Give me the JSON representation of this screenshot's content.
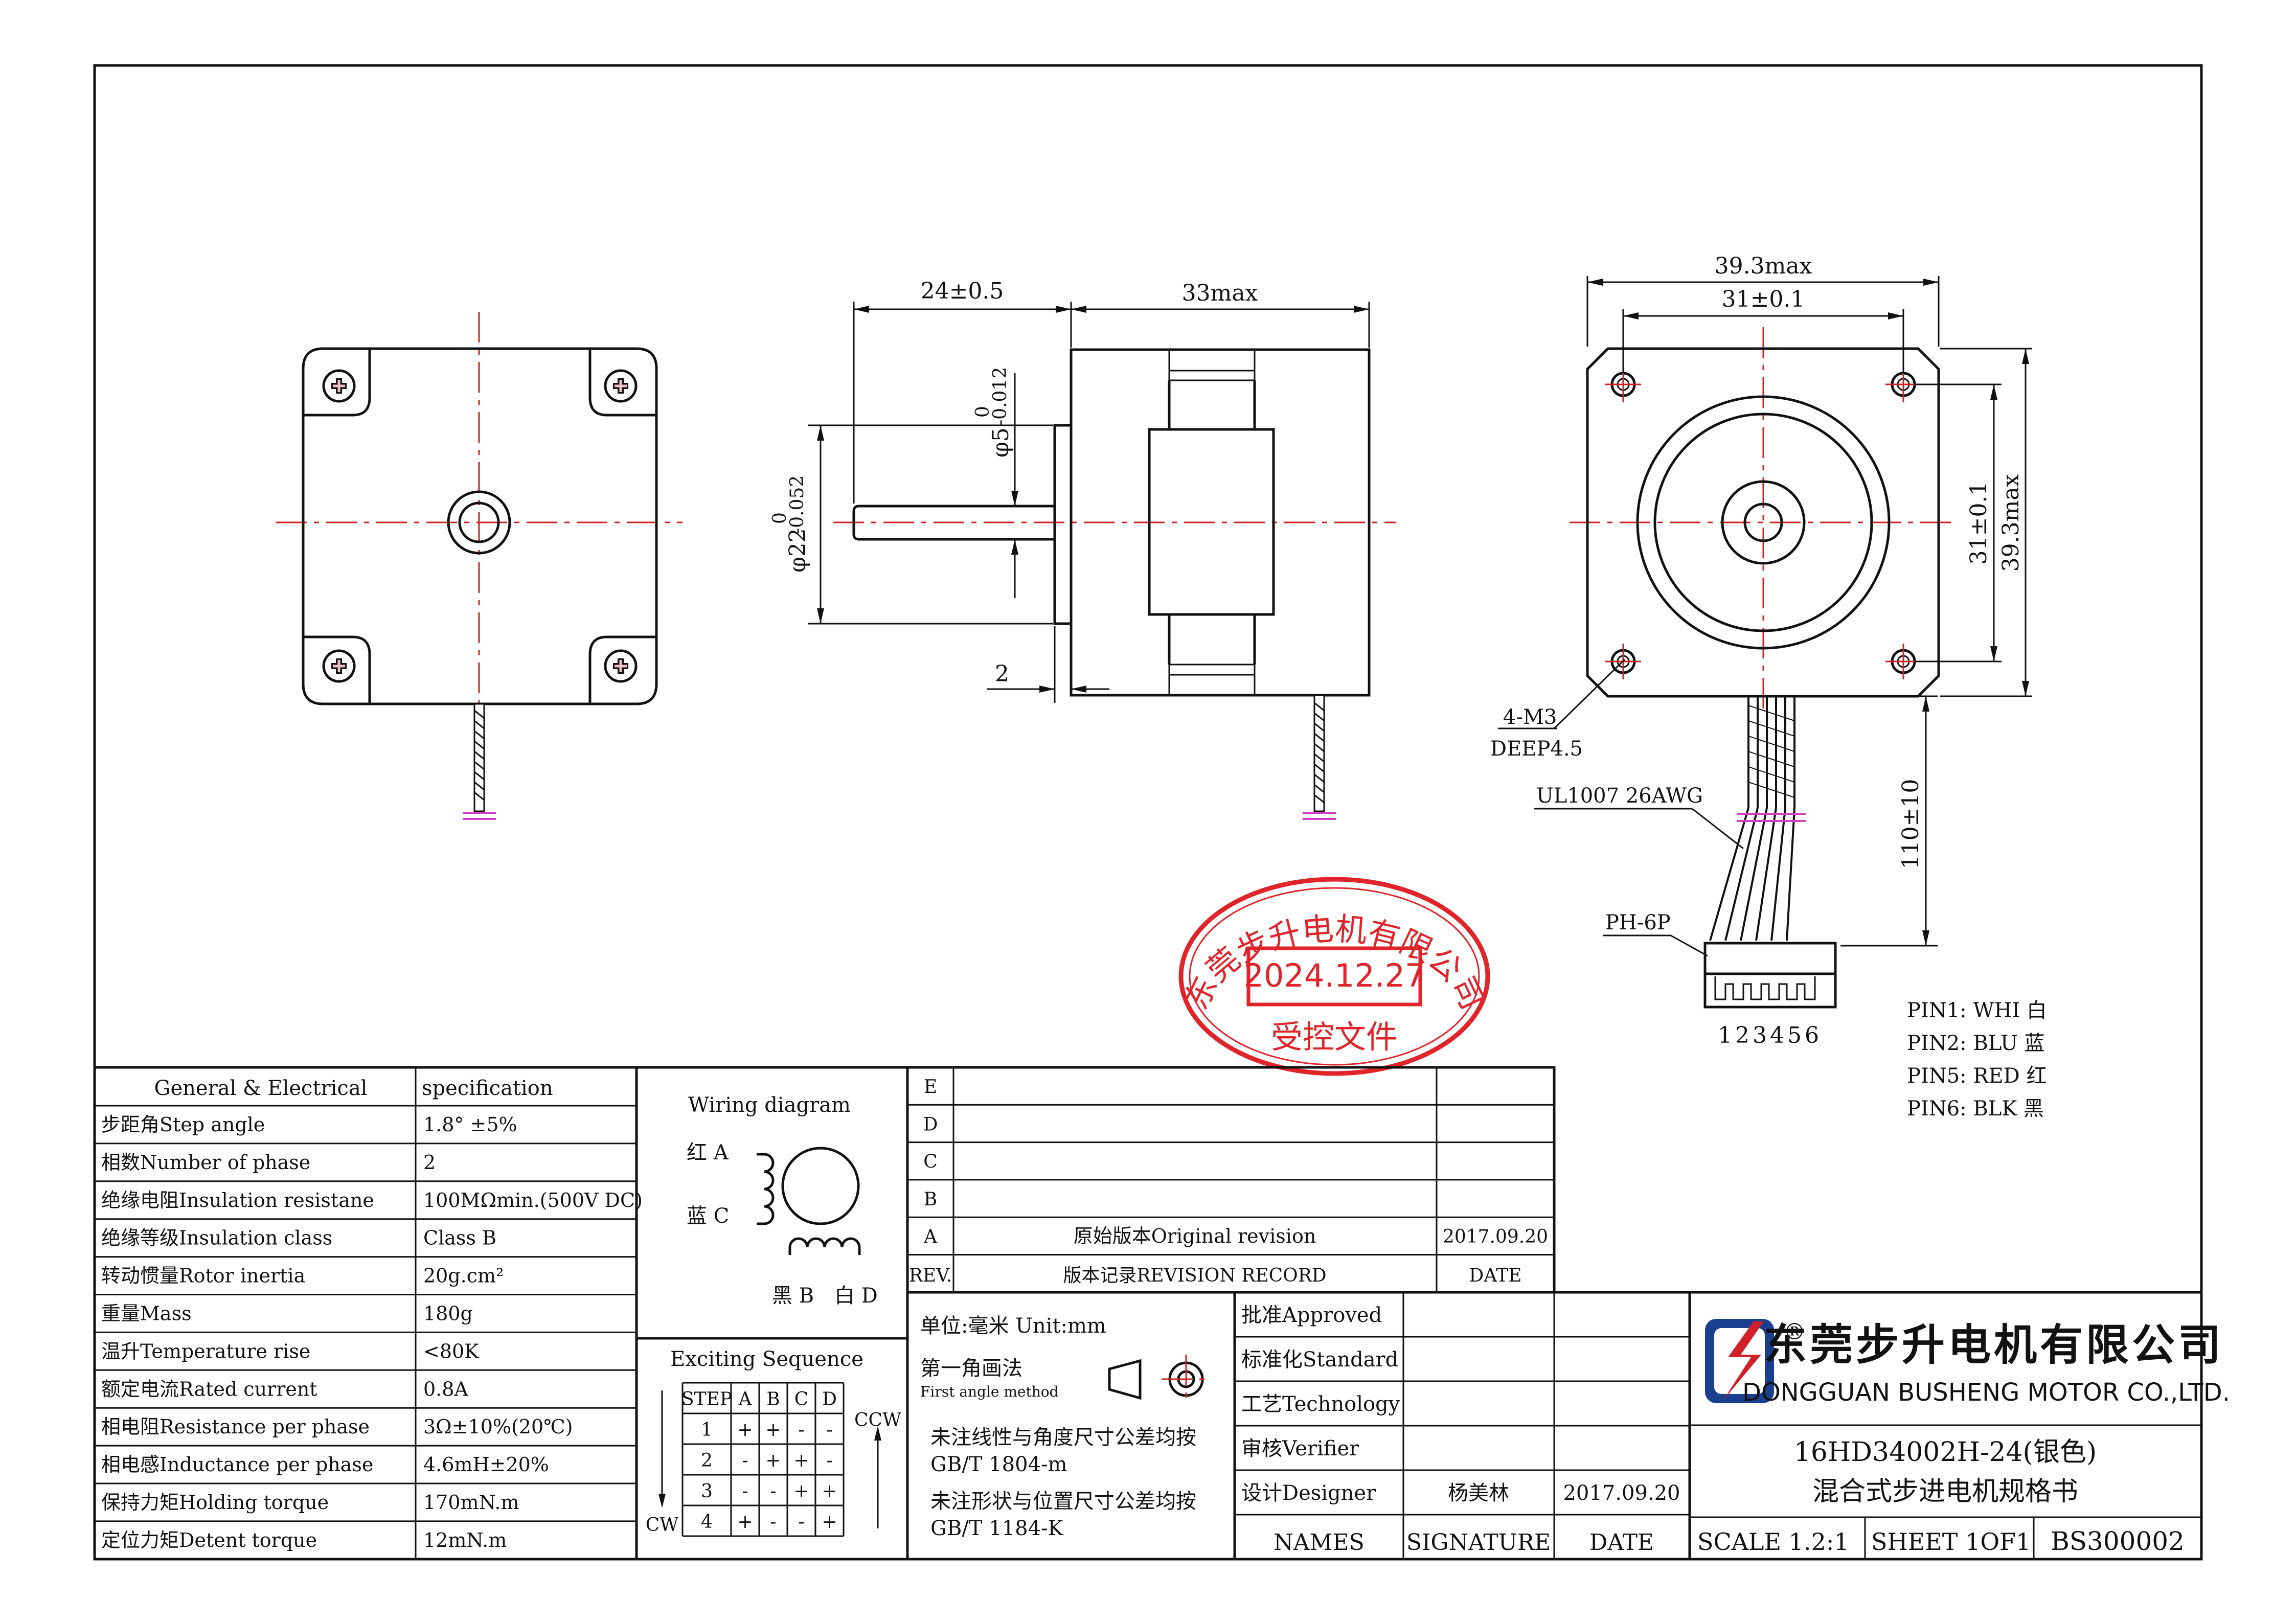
{
  "dimensions": {
    "shaft_length": "24±0.5",
    "body_length": "33max",
    "shaft_dia_prefix": "φ5",
    "shaft_dia_tol_upper": "0",
    "shaft_dia_tol_lower": "-0.012",
    "boss_dia_prefix": "φ22",
    "boss_dia_tol_upper": "0",
    "boss_dia_tol_lower": "-0.052",
    "flange_thickness": "2",
    "frame_width": "39.3max",
    "hole_spacing": "31±0.1",
    "hole_spacing_v": "31±0.1",
    "frame_height": "39.3max",
    "screw_holes": "4-M3",
    "screw_depth": "DEEP4.5",
    "cable_type": "UL1007 26AWG",
    "cable_length": "110±10",
    "connector": "PH-6P",
    "connector_pins": "123456"
  },
  "pins": [
    {
      "label": "PIN1: WHI 白"
    },
    {
      "label": "PIN2: BLU 蓝"
    },
    {
      "label": "PIN5: RED 红"
    },
    {
      "label": "PIN6: BLK 黑"
    }
  ],
  "stamp": {
    "company": "东莞步升电机有限公司",
    "date": "2024.12.27",
    "label": "受控文件",
    "color": "#e0242a"
  },
  "specs": {
    "header_left": "General & Electrical",
    "header_right": "specification",
    "rows": [
      {
        "name": "步距角Step angle",
        "value": "1.8° ±5%"
      },
      {
        "name": "相数Number of phase",
        "value": "2"
      },
      {
        "name": "绝缘电阻Insulation resistane",
        "value": "100MΩmin.(500V DC)"
      },
      {
        "name": "绝缘等级Insulation class",
        "value": "Class B"
      },
      {
        "name": "转动惯量Rotor inertia",
        "value": "20g.cm²"
      },
      {
        "name": "重量Mass",
        "value": "180g"
      },
      {
        "name": "温升Temperature rise",
        "value": "<80K"
      },
      {
        "name": "额定电流Rated current",
        "value": "0.8A"
      },
      {
        "name": "相电阻Resistance per phase",
        "value": "3Ω±10%(20℃)"
      },
      {
        "name": "相电感Inductance per phase",
        "value": "4.6mH±20%"
      },
      {
        "name": "保持力矩Holding torque",
        "value": "170mN.m"
      },
      {
        "name": "定位力矩Detent torque",
        "value": "12mN.m"
      }
    ]
  },
  "wiring": {
    "title": "Wiring diagram",
    "label_a": "红 A",
    "label_c": "蓝 C",
    "label_b": "黑 B",
    "label_d": "白 D"
  },
  "exciting": {
    "title": "Exciting Sequence",
    "headers": [
      "STEP",
      "A",
      "B",
      "C",
      "D"
    ],
    "rows": [
      [
        "1",
        "+",
        "+",
        "-",
        "-"
      ],
      [
        "2",
        "-",
        "+",
        "+",
        "-"
      ],
      [
        "3",
        "-",
        "-",
        "+",
        "+"
      ],
      [
        "4",
        "+",
        "-",
        "-",
        "+"
      ]
    ],
    "ccw": "CCW",
    "cw": "CW"
  },
  "revisions": {
    "rows": [
      {
        "rev": "E",
        "record": "",
        "date": ""
      },
      {
        "rev": "D",
        "record": "",
        "date": ""
      },
      {
        "rev": "C",
        "record": "",
        "date": ""
      },
      {
        "rev": "B",
        "record": "",
        "date": ""
      },
      {
        "rev": "A",
        "record": "原始版本Original revision",
        "date": "2017.09.20"
      }
    ],
    "header_rev": "REV.",
    "header_record": "版本记录REVISION RECORD",
    "header_date": "DATE"
  },
  "notes": {
    "unit": "单位:毫米  Unit:mm",
    "projection": "第一角画法",
    "projection_en": "First angle method",
    "tol1": "未注线性与角度尺寸公差均按",
    "tol1_std": "GB/T 1804-m",
    "tol2": "未注形状与位置尺寸公差均按",
    "tol2_std": "GB/T 1184-K"
  },
  "approvals": {
    "rows": [
      {
        "role": "批准Approved",
        "name": "",
        "date": ""
      },
      {
        "role": "标准化Standard",
        "name": "",
        "date": ""
      },
      {
        "role": "工艺Technology",
        "name": "",
        "date": ""
      },
      {
        "role": "审核Verifier",
        "name": "",
        "date": ""
      },
      {
        "role": "设计Designer",
        "name": "杨美林",
        "date": "2017.09.20"
      }
    ],
    "col_names": "NAMES",
    "col_signature": "SIGNATURE",
    "col_date": "DATE"
  },
  "company": {
    "name_cn": "东莞步升电机有限公司",
    "name_en": "DONGGUAN BUSHENG MOTOR CO.,LTD.",
    "logo_text": "S",
    "registered": "®",
    "logo_blue": "#1b3f8f",
    "logo_red": "#d0202a"
  },
  "title_block": {
    "model": "16HD34002H-24(银色)",
    "title": "混合式步进电机规格书",
    "scale": "SCALE 1.2:1",
    "sheet": "SHEET 1OF1",
    "doc_no": "BS300002"
  }
}
